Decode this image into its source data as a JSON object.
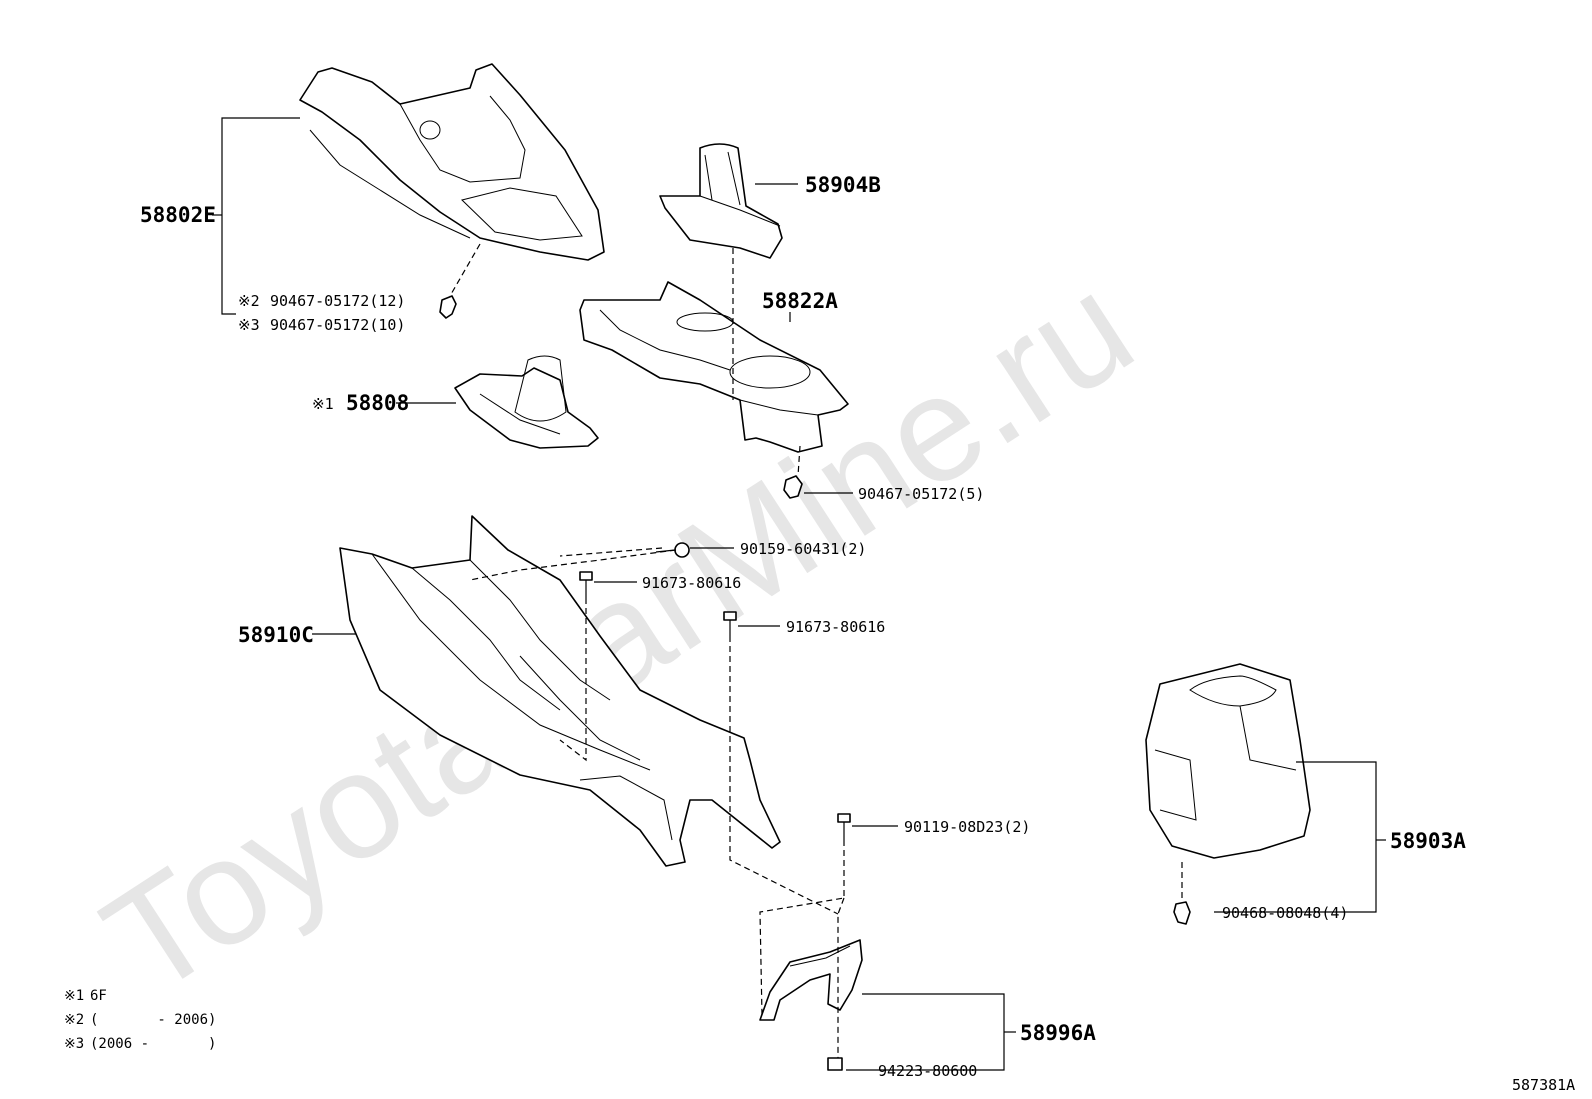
{
  "watermark": "ToyotaCarMine.ru",
  "diagram_id": "587381A",
  "parts": {
    "p58802E": "58802E",
    "p90467_12": "90467-05172(12)",
    "p90467_10": "90467-05172(10)",
    "p58904B": "58904B",
    "p58822A": "58822A",
    "p58808": "58808",
    "p90467_5": "90467-05172(5)",
    "p90159": "90159-60431(2)",
    "p91673_a": "91673-80616",
    "p91673_b": "91673-80616",
    "p58910C": "58910C",
    "p90119": "90119-08D23(2)",
    "p58903A": "58903A",
    "p90468": "90468-08048(4)",
    "p58996A": "58996A",
    "p94223": "94223-80600"
  },
  "marks": {
    "m1": "※1",
    "m2": "※2",
    "m3": "※3"
  },
  "legend": [
    {
      "mark": "※1",
      "text": "6F"
    },
    {
      "mark": "※2",
      "text": "(       - 2006)"
    },
    {
      "mark": "※3",
      "text": "(2006 -       )"
    }
  ]
}
